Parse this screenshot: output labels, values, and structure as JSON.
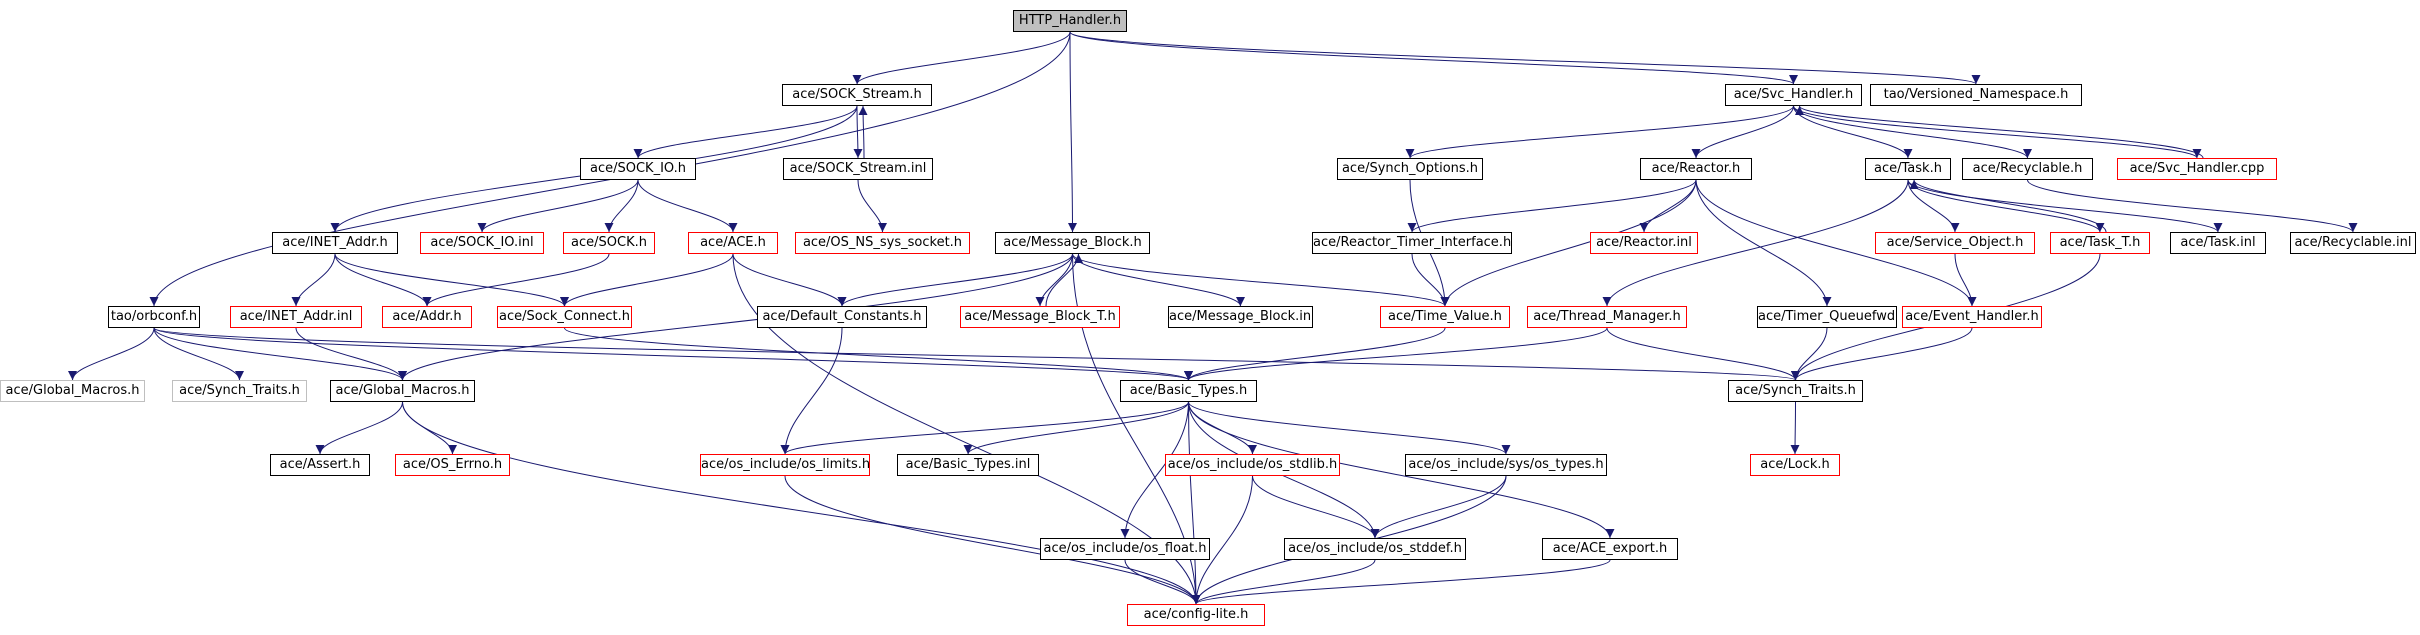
{
  "colors": {
    "edge": "#191970",
    "node_border": "#000000",
    "red_border": "#ff0000",
    "gray_border": "#bfbfbf",
    "root_fill": "#bfbfbf"
  },
  "nodes": [
    {
      "id": "http_handler",
      "label": "HTTP_Handler.h",
      "style": "root"
    },
    {
      "id": "sock_stream",
      "label": "ace/SOCK_Stream.h",
      "style": "black"
    },
    {
      "id": "message_block",
      "label": "ace/Message_Block.h",
      "style": "black"
    },
    {
      "id": "svc_handler",
      "label": "ace/Svc_Handler.h",
      "style": "black"
    },
    {
      "id": "versioned_ns",
      "label": "tao/Versioned_Namespace.h",
      "style": "black"
    },
    {
      "id": "sock_io",
      "label": "ace/SOCK_IO.h",
      "style": "black"
    },
    {
      "id": "sock_stream_inl",
      "label": "ace/SOCK_Stream.inl",
      "style": "black"
    },
    {
      "id": "synch_options",
      "label": "ace/Synch_Options.h",
      "style": "black"
    },
    {
      "id": "reactor",
      "label": "ace/Reactor.h",
      "style": "black"
    },
    {
      "id": "task",
      "label": "ace/Task.h",
      "style": "black"
    },
    {
      "id": "recyclable",
      "label": "ace/Recyclable.h",
      "style": "black"
    },
    {
      "id": "svc_handler_cpp",
      "label": "ace/Svc_Handler.cpp",
      "style": "red"
    },
    {
      "id": "inet_addr",
      "label": "ace/INET_Addr.h",
      "style": "black"
    },
    {
      "id": "sock_io_inl",
      "label": "ace/SOCK_IO.inl",
      "style": "red"
    },
    {
      "id": "sock",
      "label": "ace/SOCK.h",
      "style": "red"
    },
    {
      "id": "ace_h",
      "label": "ace/ACE.h",
      "style": "red"
    },
    {
      "id": "os_ns_sys_socket",
      "label": "ace/OS_NS_sys_socket.h",
      "style": "red"
    },
    {
      "id": "reactor_timer_if",
      "label": "ace/Reactor_Timer_Interface.h",
      "style": "black"
    },
    {
      "id": "reactor_inl",
      "label": "ace/Reactor.inl",
      "style": "red"
    },
    {
      "id": "service_object",
      "label": "ace/Service_Object.h",
      "style": "red"
    },
    {
      "id": "task_t",
      "label": "ace/Task_T.h",
      "style": "red"
    },
    {
      "id": "task_inl",
      "label": "ace/Task.inl",
      "style": "black"
    },
    {
      "id": "recyclable_inl",
      "label": "ace/Recyclable.inl",
      "style": "black"
    },
    {
      "id": "orbconf",
      "label": "tao/orbconf.h",
      "style": "black"
    },
    {
      "id": "inet_addr_inl",
      "label": "ace/INET_Addr.inl",
      "style": "red"
    },
    {
      "id": "addr",
      "label": "ace/Addr.h",
      "style": "red"
    },
    {
      "id": "sock_connect",
      "label": "ace/Sock_Connect.h",
      "style": "red"
    },
    {
      "id": "default_constants",
      "label": "ace/Default_Constants.h",
      "style": "black"
    },
    {
      "id": "message_block_t",
      "label": "ace/Message_Block_T.h",
      "style": "red"
    },
    {
      "id": "message_block_inl",
      "label": "ace/Message_Block.inl",
      "style": "black"
    },
    {
      "id": "time_value",
      "label": "ace/Time_Value.h",
      "style": "red"
    },
    {
      "id": "thread_manager",
      "label": "ace/Thread_Manager.h",
      "style": "red"
    },
    {
      "id": "timer_queuefwd",
      "label": "ace/Timer_Queuefwd.h",
      "style": "black"
    },
    {
      "id": "event_handler",
      "label": "ace/Event_Handler.h",
      "style": "red"
    },
    {
      "id": "global_macros_gray",
      "label": "ace/Global_Macros.h",
      "style": "gray"
    },
    {
      "id": "synch_traits_gray",
      "label": "ace/Synch_Traits.h",
      "style": "gray"
    },
    {
      "id": "global_macros",
      "label": "ace/Global_Macros.h",
      "style": "black"
    },
    {
      "id": "basic_types",
      "label": "ace/Basic_Types.h",
      "style": "black"
    },
    {
      "id": "synch_traits",
      "label": "ace/Synch_Traits.h",
      "style": "black"
    },
    {
      "id": "assert",
      "label": "ace/Assert.h",
      "style": "black"
    },
    {
      "id": "os_errno",
      "label": "ace/OS_Errno.h",
      "style": "red"
    },
    {
      "id": "os_limits",
      "label": "ace/os_include/os_limits.h",
      "style": "red"
    },
    {
      "id": "basic_types_inl",
      "label": "ace/Basic_Types.inl",
      "style": "black"
    },
    {
      "id": "os_stdlib",
      "label": "ace/os_include/os_stdlib.h",
      "style": "red"
    },
    {
      "id": "os_sys_types",
      "label": "ace/os_include/sys/os_types.h",
      "style": "black"
    },
    {
      "id": "lock",
      "label": "ace/Lock.h",
      "style": "red"
    },
    {
      "id": "os_float",
      "label": "ace/os_include/os_float.h",
      "style": "black"
    },
    {
      "id": "os_stddef",
      "label": "ace/os_include/os_stddef.h",
      "style": "black"
    },
    {
      "id": "ace_export",
      "label": "ace/ACE_export.h",
      "style": "black"
    },
    {
      "id": "config_lite",
      "label": "ace/config-lite.h",
      "style": "red"
    }
  ],
  "edges": [
    [
      "http_handler",
      "sock_stream"
    ],
    [
      "http_handler",
      "message_block"
    ],
    [
      "http_handler",
      "svc_handler"
    ],
    [
      "http_handler",
      "versioned_ns"
    ],
    [
      "http_handler",
      "orbconf"
    ],
    [
      "sock_stream",
      "sock_io"
    ],
    [
      "sock_stream",
      "sock_stream_inl"
    ],
    [
      "sock_stream",
      "inet_addr"
    ],
    [
      "sock_stream_inl",
      "sock_stream"
    ],
    [
      "sock_stream_inl",
      "os_ns_sys_socket"
    ],
    [
      "sock_io",
      "sock_io_inl"
    ],
    [
      "sock_io",
      "sock"
    ],
    [
      "sock_io",
      "ace_h"
    ],
    [
      "sock",
      "addr"
    ],
    [
      "ace_h",
      "sock_connect"
    ],
    [
      "ace_h",
      "default_constants"
    ],
    [
      "ace_h",
      "config_lite"
    ],
    [
      "inet_addr",
      "inet_addr_inl"
    ],
    [
      "inet_addr",
      "addr"
    ],
    [
      "inet_addr",
      "sock_connect"
    ],
    [
      "inet_addr_inl",
      "global_macros"
    ],
    [
      "sock_connect",
      "basic_types"
    ],
    [
      "svc_handler",
      "synch_options"
    ],
    [
      "svc_handler",
      "reactor"
    ],
    [
      "svc_handler",
      "task"
    ],
    [
      "svc_handler",
      "recyclable"
    ],
    [
      "svc_handler",
      "svc_handler_cpp"
    ],
    [
      "svc_handler_cpp",
      "svc_handler"
    ],
    [
      "synch_options",
      "time_value"
    ],
    [
      "reactor",
      "reactor_timer_if"
    ],
    [
      "reactor",
      "reactor_inl"
    ],
    [
      "reactor",
      "time_value"
    ],
    [
      "reactor",
      "timer_queuefwd"
    ],
    [
      "reactor",
      "event_handler"
    ],
    [
      "reactor_timer_if",
      "time_value"
    ],
    [
      "task",
      "service_object"
    ],
    [
      "task",
      "task_t"
    ],
    [
      "task",
      "task_inl"
    ],
    [
      "task",
      "thread_manager"
    ],
    [
      "task_t",
      "task"
    ],
    [
      "task_t",
      "synch_traits"
    ],
    [
      "recyclable",
      "recyclable_inl"
    ],
    [
      "service_object",
      "event_handler"
    ],
    [
      "event_handler",
      "synch_traits"
    ],
    [
      "timer_queuefwd",
      "synch_traits"
    ],
    [
      "thread_manager",
      "synch_traits"
    ],
    [
      "thread_manager",
      "basic_types"
    ],
    [
      "message_block",
      "default_constants"
    ],
    [
      "message_block",
      "message_block_t"
    ],
    [
      "message_block",
      "message_block_inl"
    ],
    [
      "message_block",
      "time_value"
    ],
    [
      "message_block",
      "global_macros"
    ],
    [
      "message_block",
      "config_lite"
    ],
    [
      "message_block_t",
      "message_block"
    ],
    [
      "default_constants",
      "os_limits"
    ],
    [
      "time_value",
      "basic_types"
    ],
    [
      "orbconf",
      "global_macros_gray"
    ],
    [
      "orbconf",
      "synch_traits_gray"
    ],
    [
      "orbconf",
      "global_macros"
    ],
    [
      "orbconf",
      "basic_types"
    ],
    [
      "orbconf",
      "synch_traits"
    ],
    [
      "global_macros",
      "assert"
    ],
    [
      "global_macros",
      "os_errno"
    ],
    [
      "global_macros",
      "config_lite"
    ],
    [
      "basic_types",
      "os_limits"
    ],
    [
      "basic_types",
      "basic_types_inl"
    ],
    [
      "basic_types",
      "os_stdlib"
    ],
    [
      "basic_types",
      "os_sys_types"
    ],
    [
      "basic_types",
      "os_float"
    ],
    [
      "basic_types",
      "os_stddef"
    ],
    [
      "basic_types",
      "ace_export"
    ],
    [
      "basic_types",
      "config_lite"
    ],
    [
      "synch_traits",
      "lock"
    ],
    [
      "os_limits",
      "config_lite"
    ],
    [
      "os_stdlib",
      "os_stddef"
    ],
    [
      "os_stdlib",
      "config_lite"
    ],
    [
      "os_sys_types",
      "os_stddef"
    ],
    [
      "os_sys_types",
      "config_lite"
    ],
    [
      "os_float",
      "config_lite"
    ],
    [
      "os_stddef",
      "config_lite"
    ],
    [
      "ace_export",
      "config_lite"
    ]
  ]
}
